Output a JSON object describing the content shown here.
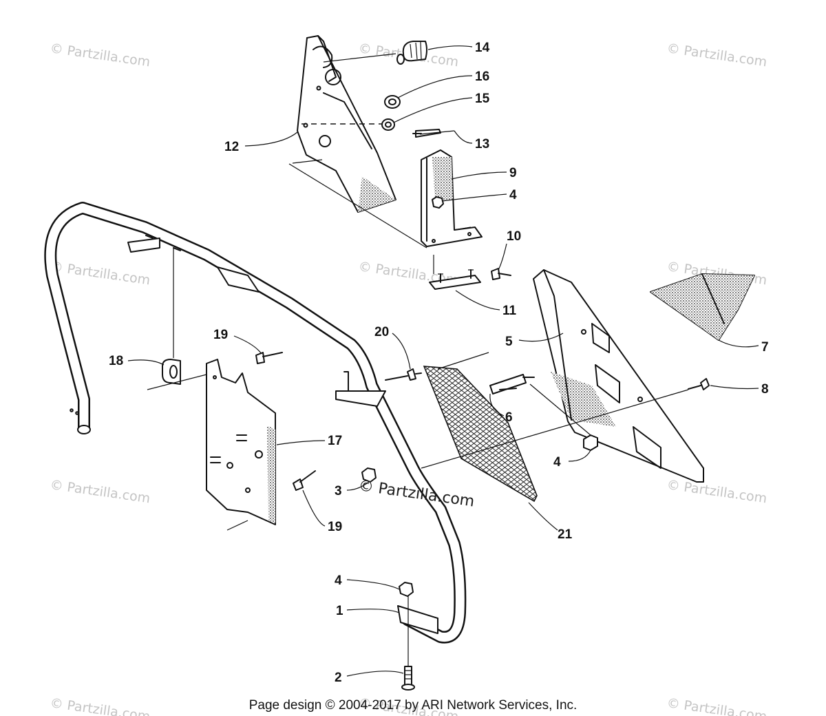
{
  "diagram": {
    "callouts": {
      "c1": "1",
      "c2": "2",
      "c3": "3",
      "c4a": "4",
      "c4b": "4",
      "c4c": "4",
      "c5": "5",
      "c6": "6",
      "c7": "7",
      "c8": "8",
      "c9": "9",
      "c10": "10",
      "c11": "11",
      "c12": "12",
      "c13": "13",
      "c14": "14",
      "c15": "15",
      "c16": "16",
      "c17": "17",
      "c18": "18",
      "c19a": "19",
      "c19b": "19",
      "c20": "20",
      "c21": "21"
    },
    "watermarks": {
      "w1": "© Partzilla.com",
      "w2": "© Partzilla.com",
      "w3": "© Partzilla.com",
      "w4": "© Partzilla.com",
      "w5": "© Partzilla.com",
      "w6": "© Partzilla.com",
      "w7": "© Partzilla.com",
      "w8": "© Partzilla.com",
      "w9": "© Partzilla.com",
      "w10": "© Partzilla.com",
      "w11": "© Partzilla.com",
      "center": "© Partzilla.com"
    },
    "footer": "Page design © 2004-2017 by ARI Network Services, Inc."
  }
}
